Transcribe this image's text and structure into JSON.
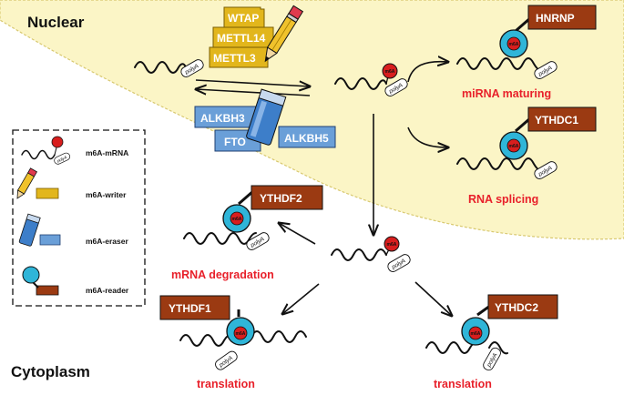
{
  "regions": {
    "nuclear": "Nuclear",
    "cytoplasm": "Cytoplasm"
  },
  "common": {
    "polyA": "polyA",
    "m6A": "m6A"
  },
  "writers": [
    "WTAP",
    "METTL14",
    "METTL3"
  ],
  "erasers": [
    "ALKBH3",
    "FTO",
    "ALKBH5"
  ],
  "readers": {
    "hnrnp": "HNRNP",
    "ythdc1": "YTHDC1",
    "ythdf2": "YTHDF2",
    "ythdf1": "YTHDF1",
    "ythdc2": "YTHDC2"
  },
  "processes": {
    "mirna": "miRNA maturing",
    "splicing": "RNA splicing",
    "degradation": "mRNA degradation",
    "translation_left": "translation",
    "translation_right": "translation"
  },
  "legend": {
    "mrna": "m6A-mRNA",
    "writer": "m6A-writer",
    "eraser": "m6A-eraser",
    "reader": "m6A-reader"
  },
  "colors": {
    "nucleus_fill": "#fbf5c6",
    "nucleus_border": "#d8c870",
    "writer": "#e2b61c",
    "eraser": "#6a9fd8",
    "reader_tag": "#9b3a12",
    "reader_ball": "#2fb5d8",
    "m6a_dot": "#d81e1e",
    "process_text": "#e8202a"
  }
}
